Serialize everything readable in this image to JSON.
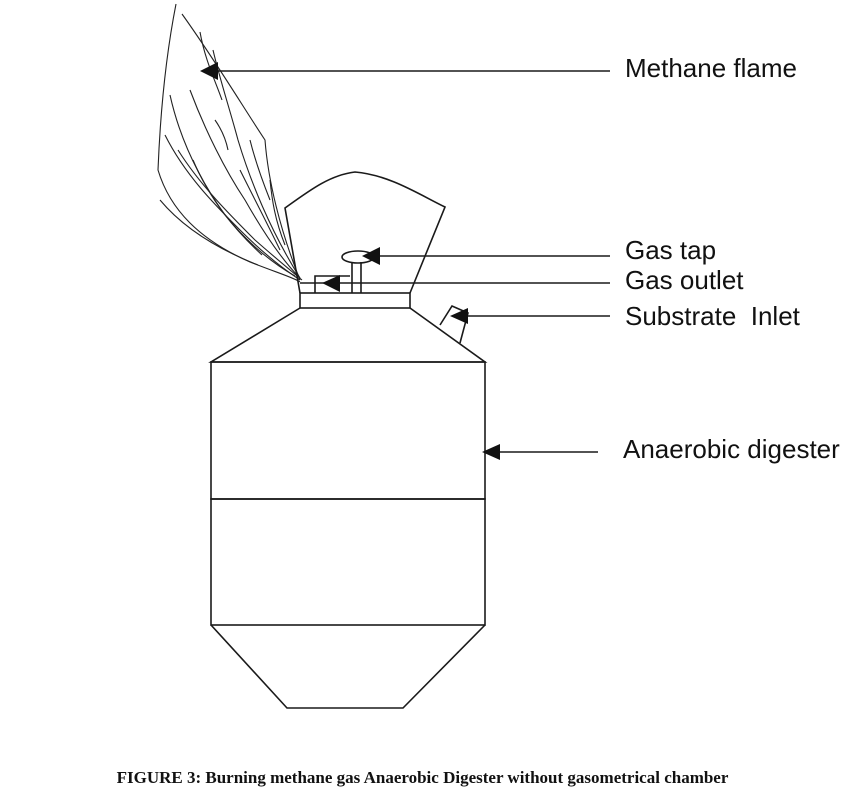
{
  "labels": {
    "methane_flame": "Methane flame",
    "gas_tap": "Gas tap",
    "gas_outlet": "Gas outlet",
    "substrate_inlet": "Substrate  Inlet",
    "anaerobic_digester": "Anaerobic digester"
  },
  "caption": "FIGURE 3: Burning methane gas Anaerobic Digester without gasometrical chamber",
  "colors": {
    "ink": "#111111",
    "background": "#ffffff"
  }
}
